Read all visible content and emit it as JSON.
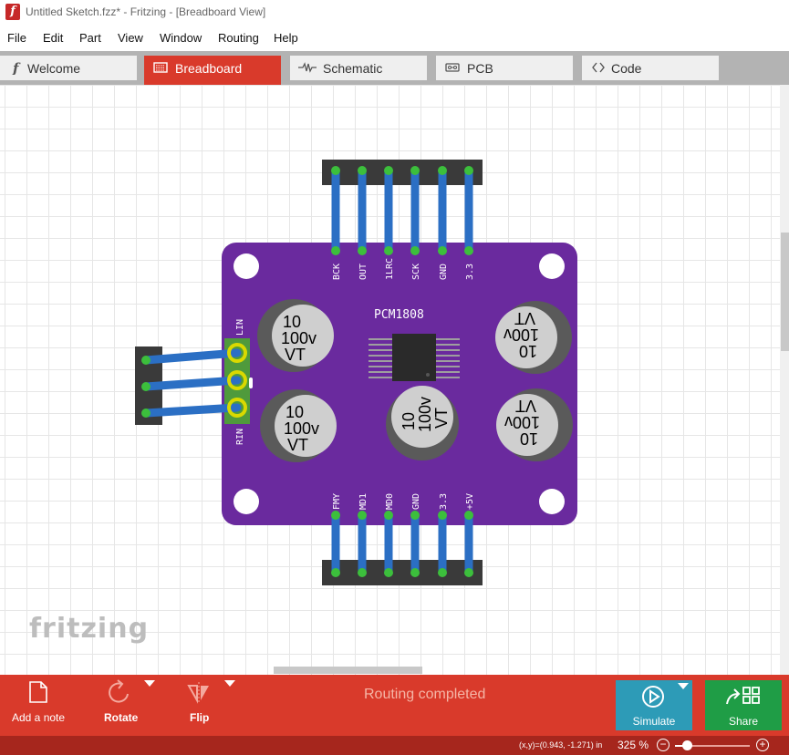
{
  "window": {
    "title": "Untitled Sketch.fzz* - Fritzing - [Breadboard View]",
    "app_icon_letter": "f"
  },
  "menu": [
    "File",
    "Edit",
    "Part",
    "View",
    "Window",
    "Routing",
    "Help"
  ],
  "tabs": [
    {
      "label": "Welcome",
      "icon": "f-logo-icon",
      "active": false
    },
    {
      "label": "Breadboard",
      "icon": "breadboard-icon",
      "active": true
    },
    {
      "label": "Schematic",
      "icon": "resistor-icon",
      "active": false
    },
    {
      "label": "PCB",
      "icon": "pcb-icon",
      "active": false
    },
    {
      "label": "Code",
      "icon": "code-brackets-icon",
      "active": false
    }
  ],
  "board": {
    "chip_label": "PCM1808",
    "top_pins": [
      "BCK",
      "OUT",
      "1LRC",
      "SCK",
      "GND",
      "3.3"
    ],
    "bottom_pins": [
      "FMY",
      "MD1",
      "MD0",
      "GND",
      "3.3",
      "+5V"
    ],
    "left_pins": [
      "LIN",
      "RIN"
    ],
    "capacitor_lines": [
      "10",
      "100v",
      "VT"
    ],
    "colors": {
      "board": "#6a2a9e",
      "wire": "#2b6fc4",
      "header": "#3a3a3a",
      "pin_highlight": "#d9d900"
    }
  },
  "watermark": "fritzing",
  "toolbar": {
    "add_note": "Add a note",
    "rotate": "Rotate",
    "flip": "Flip",
    "routing_status": "Routing completed",
    "simulate": "Simulate",
    "share": "Share"
  },
  "status": {
    "coords": "(x,y)=(0.943, -1.271) in",
    "zoom": "325 %",
    "zoom_level": 0.16
  }
}
